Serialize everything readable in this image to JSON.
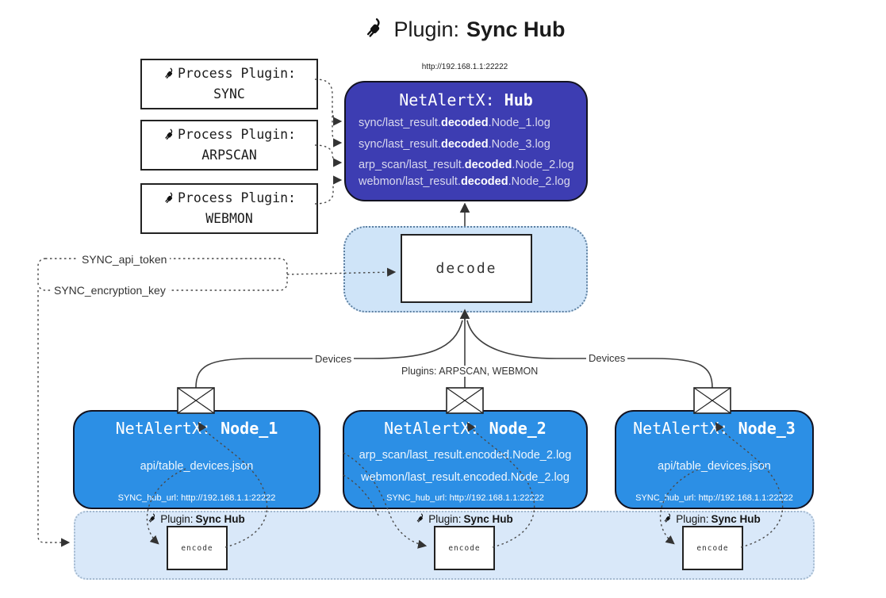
{
  "title": {
    "prefix": "Plugin: ",
    "bold": "Sync Hub"
  },
  "hub": {
    "url": "http://192.168.1.1:22222",
    "title_prefix": "NetAlertX: ",
    "title_bold": "Hub",
    "lines": [
      {
        "pre": "sync/last_result.",
        "bold": "decoded",
        "post": ".Node_1.log"
      },
      {
        "pre": "sync/last_result.",
        "bold": "decoded",
        "post": ".Node_3.log"
      },
      {
        "pre": "arp_scan/last_result.",
        "bold": "decoded",
        "post": ".Node_2.log"
      },
      {
        "pre": "webmon/last_result.",
        "bold": "decoded",
        "post": ".Node_2.log"
      }
    ]
  },
  "process_plugins": [
    {
      "line1": "Process Plugin:",
      "name": "SYNC"
    },
    {
      "line1": "Process Plugin:",
      "name": "ARPSCAN"
    },
    {
      "line1": "Process Plugin:",
      "name": "WEBMON"
    }
  ],
  "settings": {
    "api_token": "SYNC_api_token",
    "encryption_key": "SYNC_encryption_key"
  },
  "decode": {
    "label": "decode"
  },
  "flow": {
    "devices_label": "Devices",
    "plugins_label": "Plugins: ARPSCAN, WEBMON"
  },
  "nodes": [
    {
      "title_prefix": "NetAlertX: ",
      "title_bold": "Node_1",
      "files": [
        "api/table_devices.json"
      ],
      "hub_url": "SYNC_hub_url: http://192.168.1.1:22222"
    },
    {
      "title_prefix": "NetAlertX: ",
      "title_bold": "Node_2",
      "files": [
        "arp_scan/last_result.encoded.Node_2.log",
        "webmon/last_result.encoded.Node_2.log"
      ],
      "hub_url": "SYNC_hub_url: http://192.168.1.1:22222"
    },
    {
      "title_prefix": "NetAlertX: ",
      "title_bold": "Node_3",
      "files": [
        "api/table_devices.json"
      ],
      "hub_url": "SYNC_hub_url: http://192.168.1.1:22222"
    }
  ],
  "encode": {
    "label": "encode",
    "plugin_prefix": "Plugin: ",
    "plugin_bold": "Sync Hub"
  },
  "icons": {
    "plug": "plug-icon",
    "envelope": "envelope-icon"
  },
  "colors": {
    "hub_fill": "#3d3db2",
    "node_fill": "#2c8fe5",
    "band_fill": "#d9e8f9",
    "decode_panel_fill": "#cfe4f8",
    "connector": "#3f3f3f",
    "dotted": "#4a4a4a"
  }
}
